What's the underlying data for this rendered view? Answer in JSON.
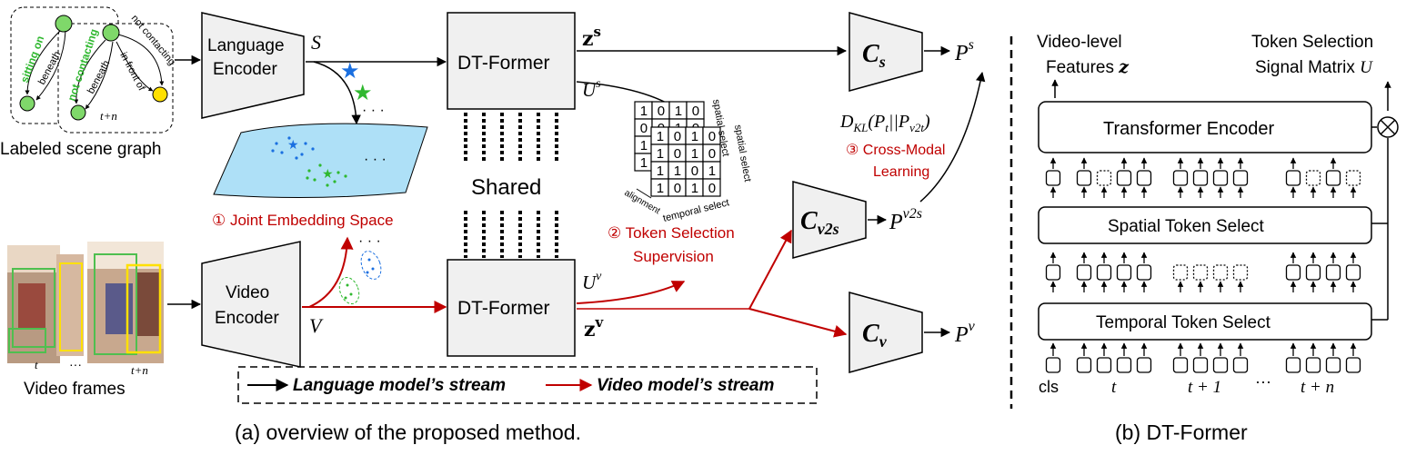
{
  "colors": {
    "red": "#c00000",
    "green_node": "#7fd86a",
    "yellow_node": "#ffe000",
    "blue_star": "#1a6fe0",
    "green_star": "#2fb82f",
    "embed_fill": "#aee0f7",
    "block_fill": "#f0f0f0"
  },
  "scene_graph": {
    "label": "Labeled scene graph",
    "edge_sitting_on": "sitting on",
    "edge_not_contacting": "not contacting",
    "edge_beneath_1": "beneath",
    "edge_beneath_2": "beneath",
    "edge_not_contacting_2": "not contacting",
    "edge_in_front_of": "in front of",
    "time_label": "t+n"
  },
  "language_encoder": {
    "line1": "Language",
    "line2": "Encoder",
    "output_symbol": "S"
  },
  "video_encoder": {
    "line1": "Video",
    "line2": "Encoder",
    "output_symbol": "V"
  },
  "video_frames": {
    "label": "Video frames",
    "t": "t",
    "dots": "···",
    "tn": "t+n"
  },
  "dt_former_top": {
    "label": "DT-Former",
    "z_out": "z",
    "z_sup": "s",
    "u_out": "U",
    "u_sup": "s"
  },
  "dt_former_bottom": {
    "label": "DT-Former",
    "u_out": "U",
    "u_sup": "v",
    "z_out": "z",
    "z_sup": "v"
  },
  "shared_label": "Shared",
  "joint_embedding": {
    "label": "① Joint Embedding Space",
    "dots": "· · ·"
  },
  "token_selection": {
    "label_line1": "② Token Selection",
    "label_line2": "Supervision",
    "axis_spatial": "spatial select",
    "axis_temporal": "temporal select",
    "axis_alignment": "alignment",
    "matrix_front": [
      [
        "1",
        "0",
        "1",
        "0"
      ],
      [
        "1",
        "0",
        "1",
        "0"
      ],
      [
        "1",
        "1",
        "0",
        "1"
      ],
      [
        "1",
        "0",
        "1",
        "0"
      ]
    ],
    "matrix_back": [
      [
        "1",
        "0",
        "1",
        "0"
      ],
      [
        "0",
        "0",
        "1",
        "0"
      ],
      [
        "1",
        "1",
        "1",
        "0"
      ],
      [
        "1",
        "1",
        "0",
        "1"
      ]
    ]
  },
  "cross_modal": {
    "kl_text": "D",
    "kl_sub": "KL",
    "kl_args": "(P",
    "kl_t": "t",
    "kl_mid": "||P",
    "kl_v2t": "v2t",
    "kl_close": ")",
    "label_line1": "③ Cross-Modal",
    "label_line2": "Learning"
  },
  "classifiers": {
    "cs": {
      "symbol": "C",
      "sub": "s",
      "out": "P",
      "out_sup": "s"
    },
    "cv2s": {
      "symbol": "C",
      "sub": "v2s",
      "out": "P",
      "out_sup": "v2s"
    },
    "cv": {
      "symbol": "C",
      "sub": "v",
      "out": "P",
      "out_sup": "v"
    }
  },
  "legend": {
    "language_stream": "Language model’s stream",
    "video_stream": "Video model’s stream"
  },
  "caption_a": "(a) overview of the proposed method.",
  "dt_former_detail": {
    "video_level_line1": "Video-level",
    "video_level_line2": "Features",
    "z_symbol": "z",
    "token_sel_line1": "Token Selection",
    "token_sel_line2": "Signal Matrix",
    "u_symbol": "U",
    "transformer_encoder": "Transformer Encoder",
    "spatial_token_select": "Spatial Token Select",
    "temporal_token_select": "Temporal Token Select",
    "tok_cls": "cls",
    "tok_t": "t",
    "tok_t1": "t + 1",
    "tok_dots": "···",
    "tok_tn": "t + n",
    "otimes": "⊗"
  },
  "caption_b": "(b) DT-Former"
}
